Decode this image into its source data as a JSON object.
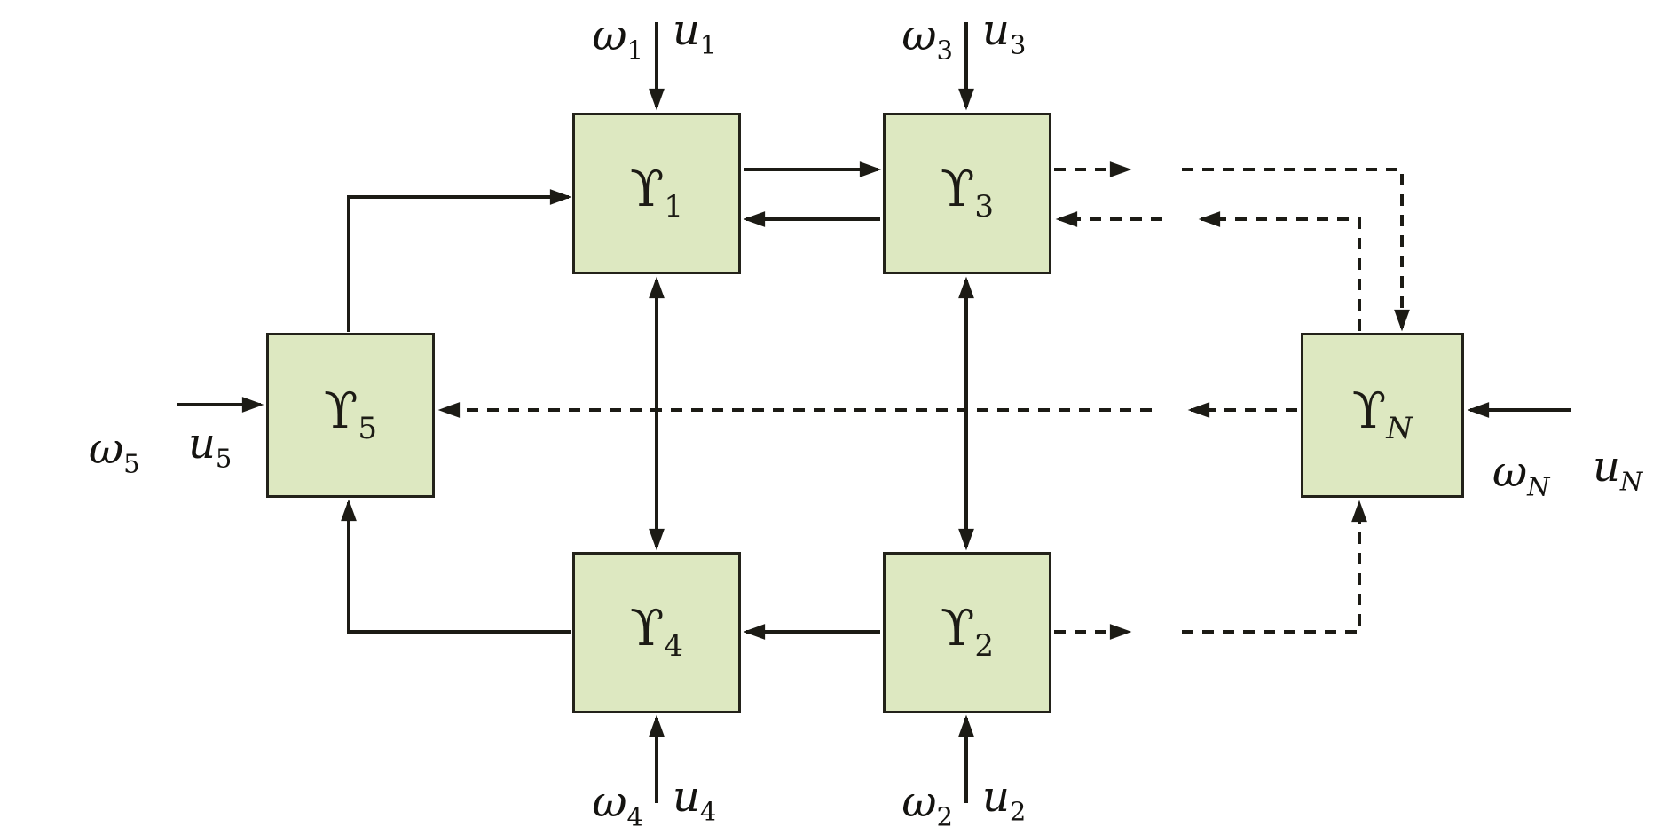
{
  "diagram": {
    "type": "block-diagram",
    "description": "Interconnected subsystem network with exogenous inputs",
    "nodes": {
      "n1": {
        "symbol": "ϒ",
        "sub": "1"
      },
      "n2": {
        "symbol": "ϒ",
        "sub": "2"
      },
      "n3": {
        "symbol": "ϒ",
        "sub": "3"
      },
      "n4": {
        "symbol": "ϒ",
        "sub": "4"
      },
      "n5": {
        "symbol": "ϒ",
        "sub": "5"
      },
      "nN": {
        "symbol": "ϒ",
        "sub": "N"
      }
    },
    "inputs": {
      "i1": {
        "omega": "ω",
        "omega_sub": "1",
        "u": "u",
        "u_sub": "1"
      },
      "i2": {
        "omega": "ω",
        "omega_sub": "2",
        "u": "u",
        "u_sub": "2"
      },
      "i3": {
        "omega": "ω",
        "omega_sub": "3",
        "u": "u",
        "u_sub": "3"
      },
      "i4": {
        "omega": "ω",
        "omega_sub": "4",
        "u": "u",
        "u_sub": "4"
      },
      "i5": {
        "omega": "ω",
        "omega_sub": "5",
        "u": "u",
        "u_sub": "5"
      },
      "iN": {
        "omega": "ω",
        "omega_sub": "N",
        "u": "u",
        "u_sub": "N"
      }
    },
    "edges": [
      {
        "from": "Y5",
        "to": "Y1",
        "style": "solid",
        "bidirectional": false
      },
      {
        "from": "Y1",
        "to": "Y3",
        "style": "solid",
        "bidirectional": false
      },
      {
        "from": "Y3",
        "to": "Y1",
        "style": "solid",
        "bidirectional": false
      },
      {
        "from": "Y1",
        "to": "Y4",
        "style": "solid",
        "bidirectional": true
      },
      {
        "from": "Y3",
        "to": "Y2",
        "style": "solid",
        "bidirectional": true
      },
      {
        "from": "Y2",
        "to": "Y4",
        "style": "solid",
        "bidirectional": false
      },
      {
        "from": "Y4",
        "to": "Y5",
        "style": "solid",
        "bidirectional": false
      },
      {
        "from": "Y3",
        "to": "YN",
        "style": "dashed",
        "bidirectional": false
      },
      {
        "from": "YN",
        "to": "Y3",
        "style": "dashed",
        "bidirectional": false
      },
      {
        "from": "Y2",
        "to": "YN",
        "style": "dashed",
        "bidirectional": false
      },
      {
        "from": "YN",
        "to": "Y5",
        "style": "dashed",
        "bidirectional": false
      }
    ],
    "colors": {
      "node_fill": "#dde8c1",
      "node_border": "#23221a",
      "line": "#1c1b15",
      "background": "#ffffff"
    }
  }
}
